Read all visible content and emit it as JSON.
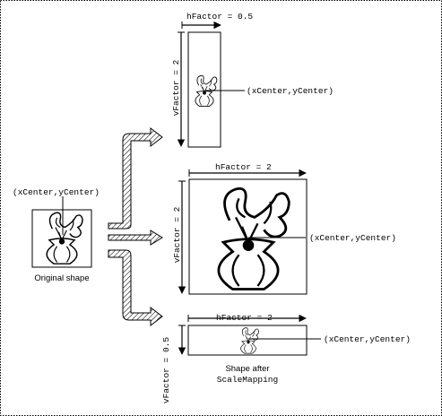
{
  "labels": {
    "center": "(xCenter,yCenter)",
    "original_caption": "Original shape",
    "after_caption_line1": "Shape after",
    "after_caption_line2": "ScaleMapping",
    "tall_h": "hFactor = 0.5",
    "tall_v": "vFactor = 2",
    "big_h": "hFactor = 2",
    "big_v": "vFactor = 2",
    "flat_h": "hFactor = 2",
    "flat_v": "vFactor = 0.5"
  }
}
